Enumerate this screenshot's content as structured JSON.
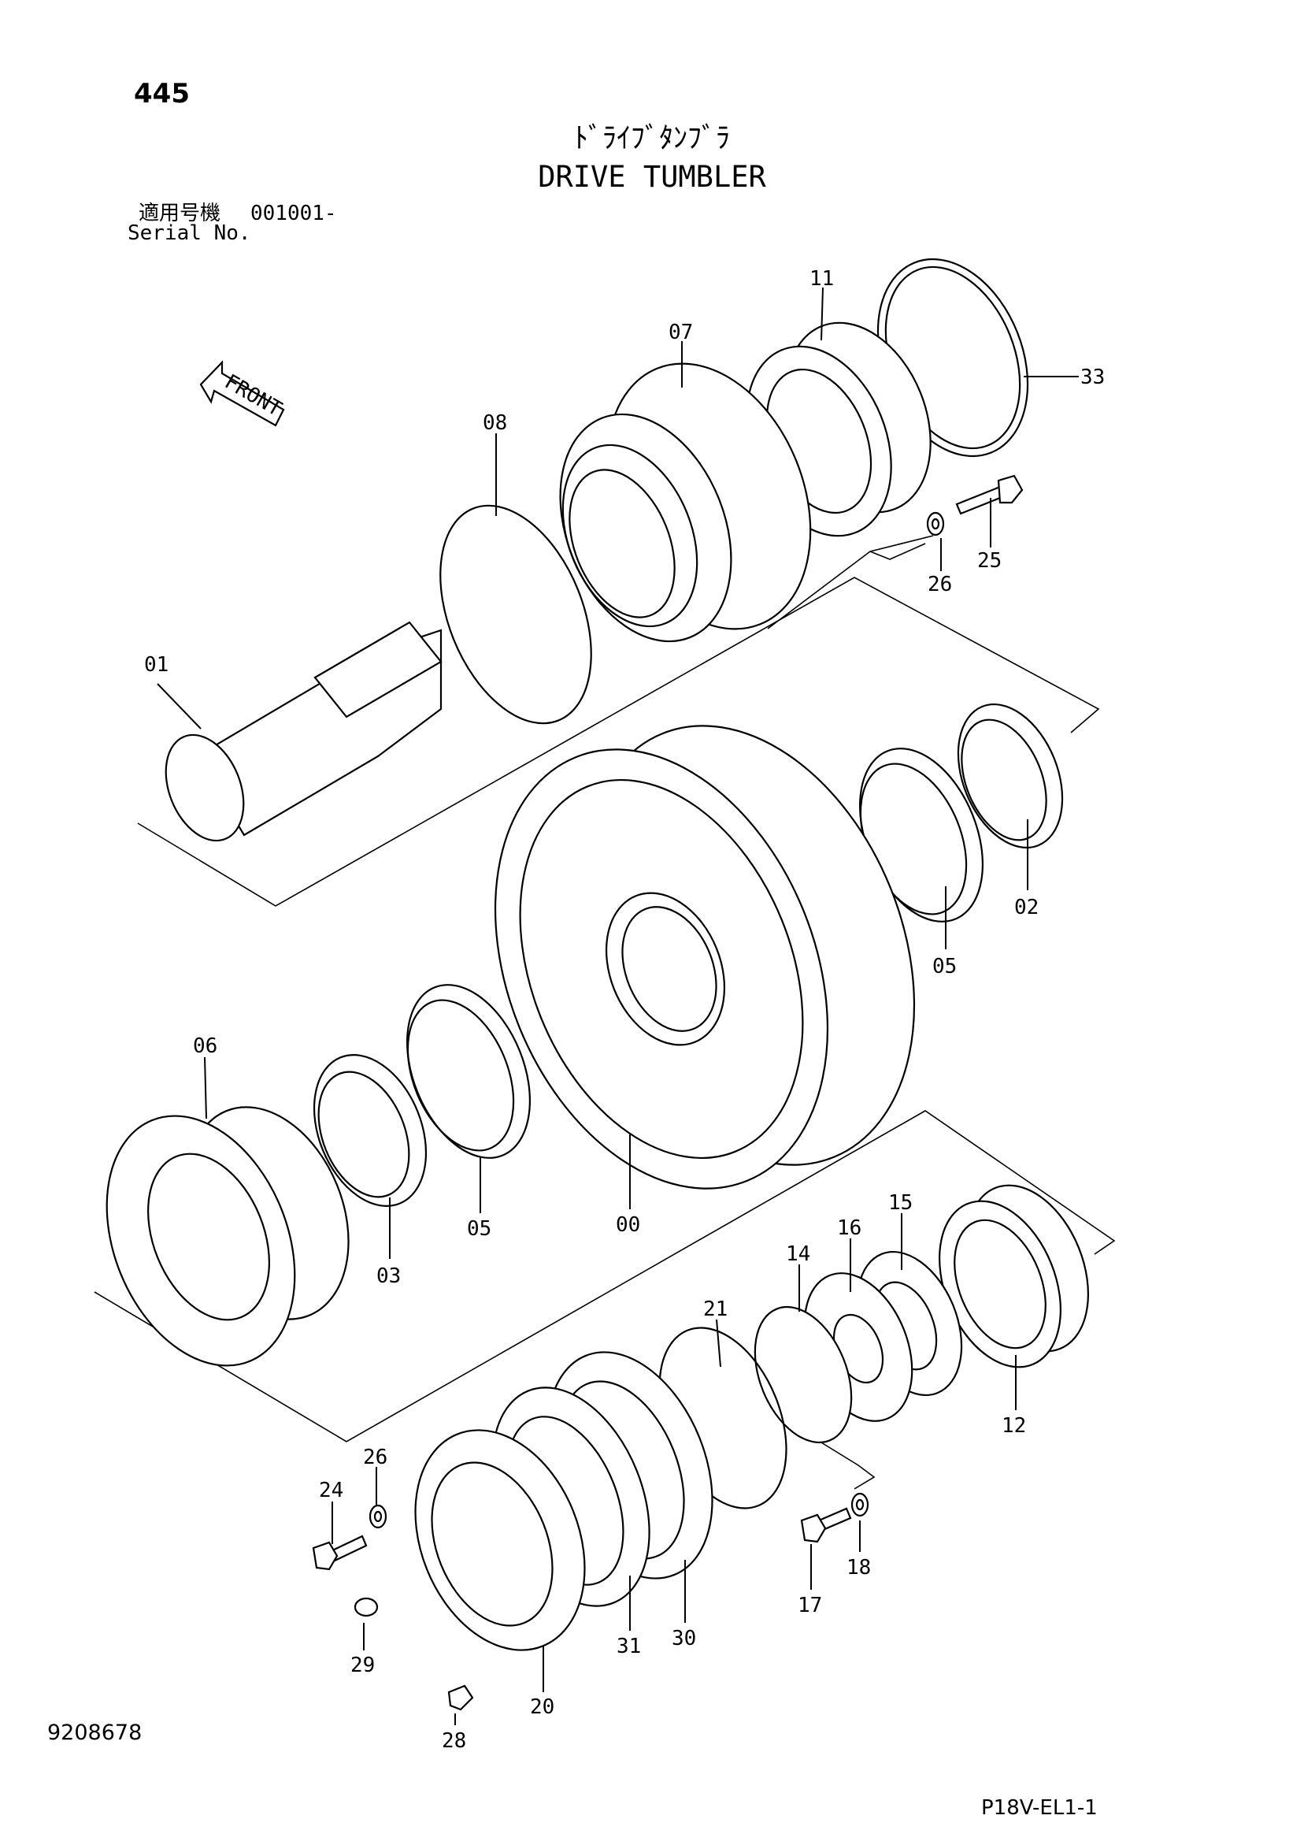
{
  "header": {
    "page_number": "445",
    "title_jp": "ﾄﾞﾗｲﾌﾞﾀﾝﾌﾞﾗ",
    "title_en": "DRIVE TUMBLER",
    "serial_label_jp": "適用号機",
    "serial_value": "001001-",
    "serial_label_en": "Serial No."
  },
  "footer": {
    "document_number": "9208678",
    "page_code": "P18V-EL1-1"
  },
  "front_arrow_label": "FRONT",
  "parts": [
    {
      "id": "p00",
      "label": "00"
    },
    {
      "id": "p01",
      "label": "01"
    },
    {
      "id": "p02",
      "label": "02"
    },
    {
      "id": "p03",
      "label": "03"
    },
    {
      "id": "p05a",
      "label": "05"
    },
    {
      "id": "p05b",
      "label": "05"
    },
    {
      "id": "p06",
      "label": "06"
    },
    {
      "id": "p07",
      "label": "07"
    },
    {
      "id": "p08",
      "label": "08"
    },
    {
      "id": "p11",
      "label": "11"
    },
    {
      "id": "p12",
      "label": "12"
    },
    {
      "id": "p14",
      "label": "14"
    },
    {
      "id": "p15",
      "label": "15"
    },
    {
      "id": "p16",
      "label": "16"
    },
    {
      "id": "p17",
      "label": "17"
    },
    {
      "id": "p18",
      "label": "18"
    },
    {
      "id": "p20",
      "label": "20"
    },
    {
      "id": "p21",
      "label": "21"
    },
    {
      "id": "p24",
      "label": "24"
    },
    {
      "id": "p25",
      "label": "25"
    },
    {
      "id": "p26a",
      "label": "26"
    },
    {
      "id": "p26b",
      "label": "26"
    },
    {
      "id": "p28",
      "label": "28"
    },
    {
      "id": "p29",
      "label": "29"
    },
    {
      "id": "p30",
      "label": "30"
    },
    {
      "id": "p31",
      "label": "31"
    },
    {
      "id": "p33",
      "label": "33"
    }
  ]
}
